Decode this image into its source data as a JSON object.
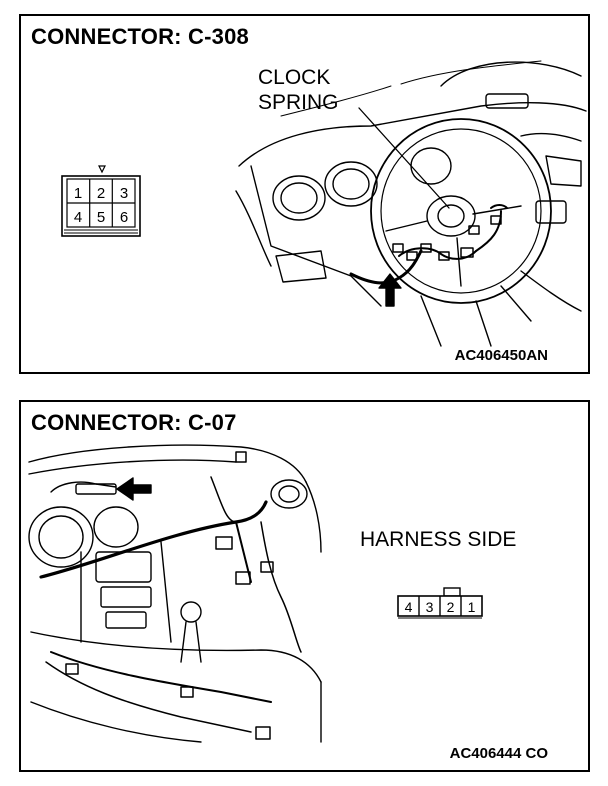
{
  "panel1": {
    "title": "CONNECTOR: C-308",
    "callout_line1": "CLOCK",
    "callout_line2": "SPRING",
    "code": "AC406450AN",
    "pins_top": [
      "1",
      "2",
      "3"
    ],
    "pins_bottom": [
      "4",
      "5",
      "6"
    ]
  },
  "panel2": {
    "title": "CONNECTOR: C-07",
    "harness_label": "HARNESS SIDE",
    "code": "AC406444 CO",
    "pins": [
      "4",
      "3",
      "2",
      "1"
    ]
  }
}
